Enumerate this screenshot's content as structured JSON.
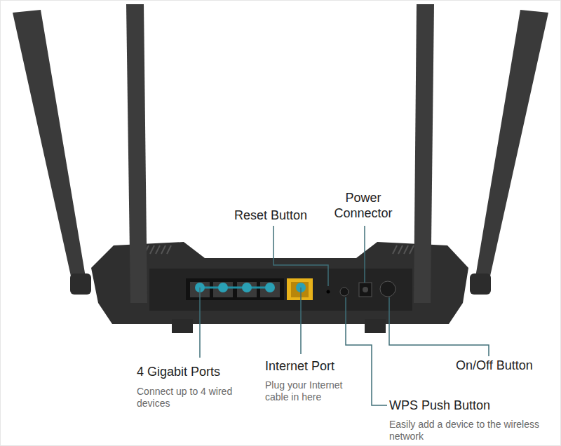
{
  "diagram": {
    "labels": [
      "Reset Button",
      "Power Connector",
      "4 Gigabit Ports",
      "Connect up to 4 wired devices",
      "Internet Port",
      "Plug your Internet cable in here",
      "On/Off Button",
      "WPS Push Button",
      "Easily add a device to the wireless network"
    ]
  }
}
